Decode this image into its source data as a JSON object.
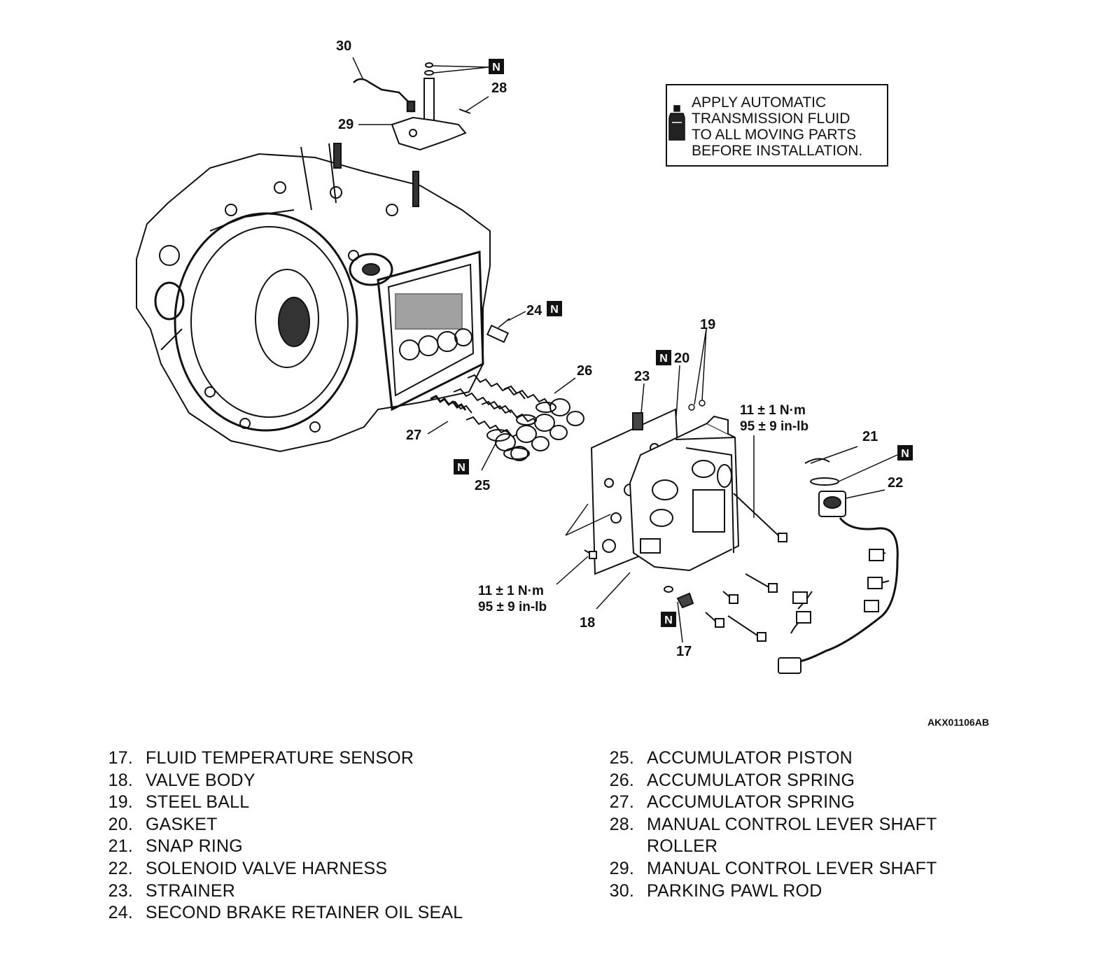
{
  "note": {
    "lines": [
      "APPLY AUTOMATIC",
      "TRANSMISSION FLUID",
      "TO ALL MOVING PARTS",
      "BEFORE INSTALLATION."
    ],
    "icon": "fluid-bottle-icon"
  },
  "badge": "N",
  "figure_id": "AKX01106AB",
  "callouts": {
    "c30": "30",
    "c28": "28",
    "c29": "29",
    "c24": "24",
    "c19": "19",
    "c26": "26",
    "c23": "23",
    "c20": "20",
    "c27": "27",
    "c25": "25",
    "c21": "21",
    "c22": "22",
    "c18": "18",
    "c17": "17"
  },
  "torque": {
    "upper": {
      "nm": "11 ± 1 N·m",
      "inlb": "95 ± 9 in-lb"
    },
    "lower": {
      "nm": "11 ± 1 N·m",
      "inlb": "95 ± 9 in-lb"
    }
  },
  "legend_left": [
    {
      "num": "17.",
      "name": "FLUID TEMPERATURE SENSOR"
    },
    {
      "num": "18.",
      "name": "VALVE BODY"
    },
    {
      "num": "19.",
      "name": "STEEL BALL"
    },
    {
      "num": "20.",
      "name": "GASKET"
    },
    {
      "num": "21.",
      "name": "SNAP RING"
    },
    {
      "num": "22.",
      "name": "SOLENOID VALVE HARNESS"
    },
    {
      "num": "23.",
      "name": "STRAINER"
    },
    {
      "num": "24.",
      "name": "SECOND BRAKE RETAINER OIL SEAL"
    }
  ],
  "legend_right": [
    {
      "num": "25.",
      "name": "ACCUMULATOR PISTON"
    },
    {
      "num": "26.",
      "name": "ACCUMULATOR SPRING"
    },
    {
      "num": "27.",
      "name": "ACCUMULATOR SPRING"
    },
    {
      "num": "28.",
      "name": "MANUAL CONTROL LEVER SHAFT"
    },
    {
      "num": "",
      "name": "ROLLER"
    },
    {
      "num": "29.",
      "name": "MANUAL CONTROL LEVER SHAFT"
    },
    {
      "num": "30.",
      "name": "PARKING PAWL ROD"
    }
  ]
}
